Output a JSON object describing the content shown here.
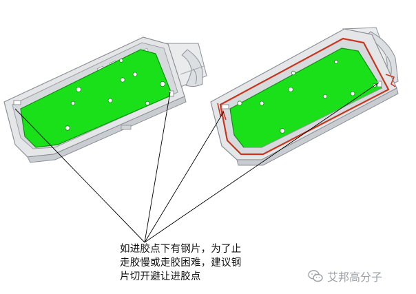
{
  "annotation": {
    "line1": "如进胶点下有钢片，为了止",
    "line2": "走胶慢或走胶困难，建议钢",
    "line3": "片切开避让进胶点"
  },
  "watermark": {
    "text": "艾邦高分子",
    "icon": "wechat-logo-icon"
  },
  "colors": {
    "housing": "#e2e4e6",
    "housing_edge": "#8c9096",
    "plate": "#19e019",
    "plate_edge": "#0f8f0f",
    "adhesive": "#c8351f",
    "leader": "#000000"
  }
}
